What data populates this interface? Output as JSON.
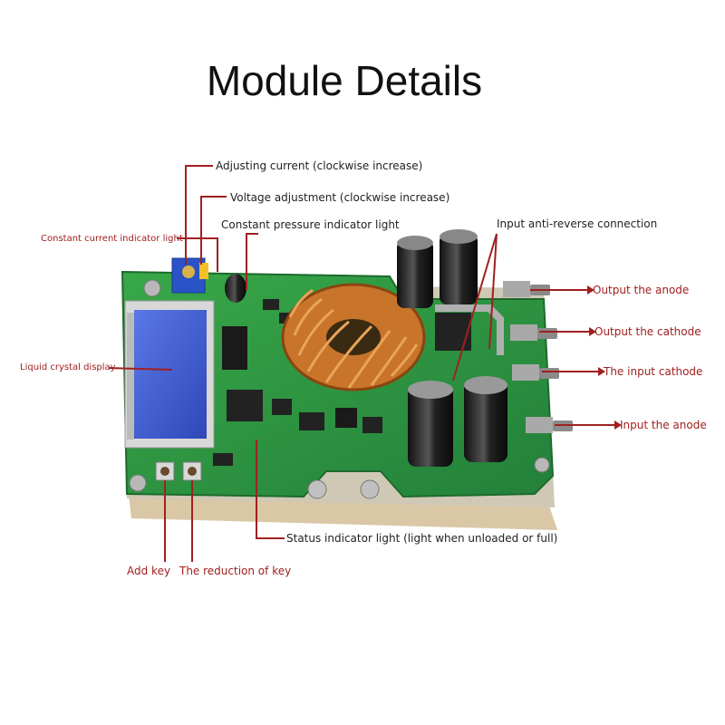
{
  "title": "Module Details",
  "labels": {
    "adjusting_current": "Adjusting current (clockwise increase)",
    "voltage_adjustment": "Voltage adjustment (clockwise increase)",
    "constant_pressure": "Constant pressure indicator light",
    "constant_current": "Constant current indicator light",
    "liquid_crystal": "Liquid crystal display",
    "input_anti_reverse": "Input anti-reverse connection",
    "output_anode": "Output the anode",
    "output_cathode": "Output the cathode",
    "input_cathode": "The input cathode",
    "input_anode": "Input the anode",
    "status_indicator": "Status indicator light (light when unloaded or full)",
    "add_key": "Add key",
    "reduction_key": "The reduction of key"
  },
  "colors": {
    "pcb": "#2f9a3e",
    "lcd": "#3f5fcf",
    "copper": "#c8742a",
    "leader": "#a02020"
  }
}
